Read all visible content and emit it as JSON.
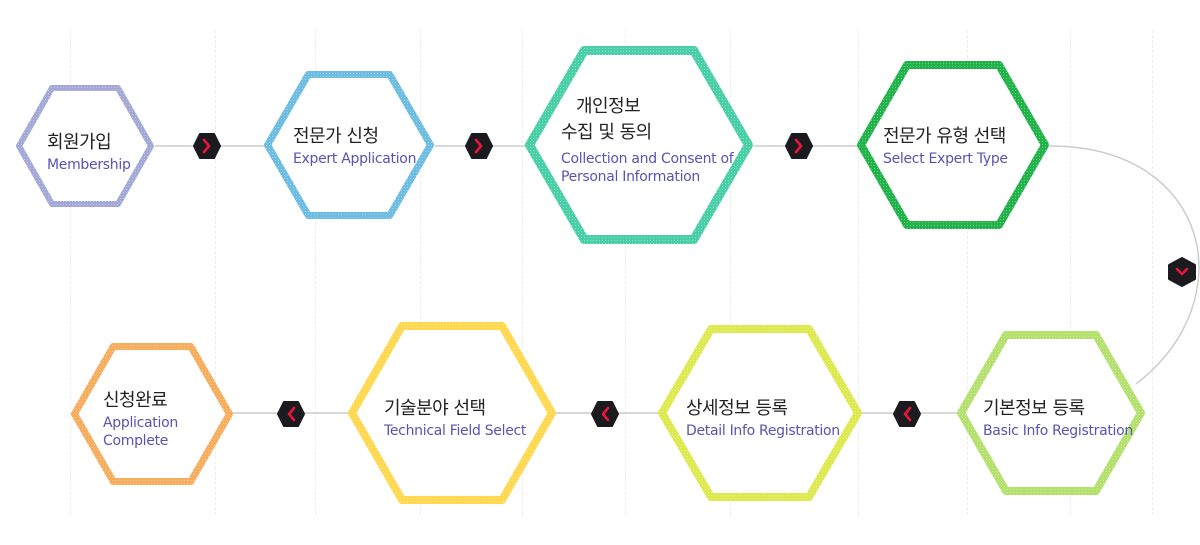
{
  "colors": {
    "membership": "#a2a9d6",
    "expert_application": "#6dbde3",
    "consent": "#49cfa7",
    "expert_type": "#21b24a",
    "basic_info": "#b4e06e",
    "detail_info": "#dde94e",
    "field_select": "#ffd84f",
    "complete": "#f7ad5e",
    "arrow_bg": "#1b1b1f",
    "arrow_fg": "#e8163a",
    "connector": "#cccccc",
    "text_en": "#5a52b4"
  },
  "steps": [
    {
      "id": "membership",
      "title_ko": "회원가입",
      "title_en": "Membership"
    },
    {
      "id": "expert-application",
      "title_ko": "전문가 신청",
      "title_en": "Expert Application"
    },
    {
      "id": "consent",
      "title_ko_line1": "개인정보",
      "title_ko_line2": "수집 및 동의",
      "title_en_line1": "Collection and Consent of",
      "title_en_line2": "Personal Information"
    },
    {
      "id": "expert-type",
      "title_ko": "전문가 유형 선택",
      "title_en": "Select Expert Type"
    },
    {
      "id": "basic-info",
      "title_ko": "기본정보 등록",
      "title_en": "Basic Info Registration"
    },
    {
      "id": "detail-info",
      "title_ko": "상세정보 등록",
      "title_en": "Detail Info Registration"
    },
    {
      "id": "field-select",
      "title_ko": "기술분야 선택",
      "title_en": "Technical Field Select"
    },
    {
      "id": "complete",
      "title_ko": "신청완료",
      "title_en_line1": "Application",
      "title_en_line2": "Complete"
    }
  ],
  "arrows": [
    {
      "id": "arrow-1-2",
      "direction": "right"
    },
    {
      "id": "arrow-2-3",
      "direction": "right"
    },
    {
      "id": "arrow-3-4",
      "direction": "right"
    },
    {
      "id": "arrow-4-5",
      "direction": "down"
    },
    {
      "id": "arrow-5-6",
      "direction": "left"
    },
    {
      "id": "arrow-6-7",
      "direction": "left"
    },
    {
      "id": "arrow-7-8",
      "direction": "left"
    }
  ]
}
